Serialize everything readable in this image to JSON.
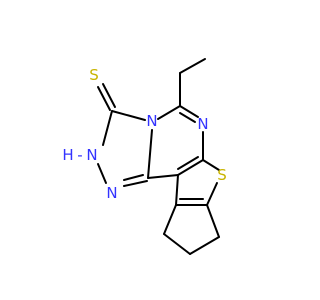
{
  "molecule": {
    "atoms": {
      "thione_s": {
        "label": "S",
        "color": "#c8b400"
      },
      "ring_nh_h": {
        "label": "H",
        "color": "#3333ff"
      },
      "ring_nh_n": {
        "label": "N",
        "color": "#3333ff"
      },
      "ring_n_lower": {
        "label": "N",
        "color": "#3333ff"
      },
      "ring_n_fused": {
        "label": "N",
        "color": "#3333ff"
      },
      "pyrimidine_n": {
        "label": "N",
        "color": "#3333ff"
      },
      "thiophene_s": {
        "label": "S",
        "color": "#c8b400"
      }
    },
    "colors": {
      "bond": "#000000",
      "background": "#ffffff"
    }
  }
}
